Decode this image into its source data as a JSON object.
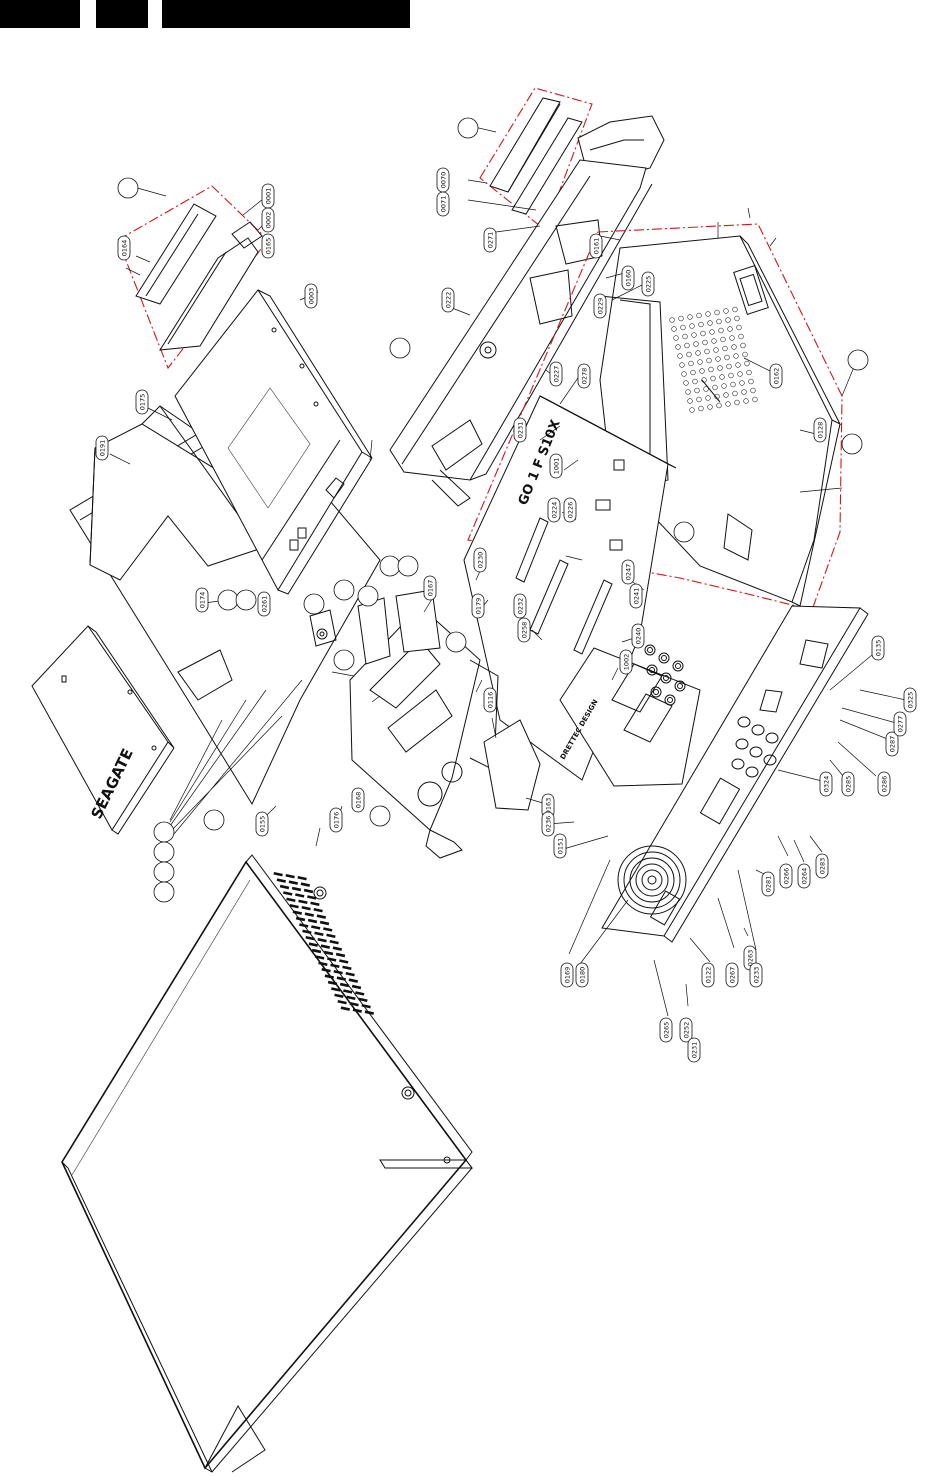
{
  "header": {
    "block_colors": [
      "#000000",
      "#000000",
      "#000000"
    ]
  },
  "colors": {
    "line": "#111111",
    "subassembly_outline": "#d01818",
    "background": "#ffffff"
  },
  "diagram": {
    "hdd_label": "SEAGATE",
    "board_label_upper": "GO 1 F S10X",
    "board_label_lower": "DRETTEC DESIGN",
    "callouts": [
      {
        "id": "c-0003",
        "label": "0003"
      },
      {
        "id": "c-0001",
        "label": "0001"
      },
      {
        "id": "c-0002",
        "label": "0002"
      },
      {
        "id": "c-0164",
        "label": "0164"
      },
      {
        "id": "c-0165",
        "label": "0165"
      },
      {
        "id": "c-0070",
        "label": "0070"
      },
      {
        "id": "c-0071",
        "label": "0071"
      },
      {
        "id": "c-0271",
        "label": "0271"
      },
      {
        "id": "c-0222",
        "label": "0222"
      },
      {
        "id": "c-0175",
        "label": "0175"
      },
      {
        "id": "c-0191",
        "label": "0191"
      },
      {
        "id": "c-0161",
        "label": "0161"
      },
      {
        "id": "c-0160",
        "label": "0160"
      },
      {
        "id": "c-0225",
        "label": "0225"
      },
      {
        "id": "c-0162",
        "label": "0162"
      },
      {
        "id": "c-0128",
        "label": "0128"
      },
      {
        "id": "c-0229",
        "label": "0229"
      },
      {
        "id": "c-0278",
        "label": "0278"
      },
      {
        "id": "c-0227",
        "label": "0227"
      },
      {
        "id": "c-0231",
        "label": "0231"
      },
      {
        "id": "c-1001a",
        "label": "1001"
      },
      {
        "id": "c-0224",
        "label": "0224"
      },
      {
        "id": "c-0226",
        "label": "0226"
      },
      {
        "id": "c-0230",
        "label": "0230"
      },
      {
        "id": "c-0247",
        "label": "0247"
      },
      {
        "id": "c-0241",
        "label": "0241"
      },
      {
        "id": "c-0240",
        "label": "0240"
      },
      {
        "id": "c-1002",
        "label": "1002"
      },
      {
        "id": "c-0232",
        "label": "0232"
      },
      {
        "id": "c-0258",
        "label": "0258"
      },
      {
        "id": "c-0167",
        "label": "0167"
      },
      {
        "id": "c-0179",
        "label": "0179"
      },
      {
        "id": "c-0116",
        "label": "0116"
      },
      {
        "id": "c-0174",
        "label": "0174"
      },
      {
        "id": "c-0155",
        "label": "0155"
      },
      {
        "id": "c-0168",
        "label": "0168"
      },
      {
        "id": "c-0176",
        "label": "0176"
      },
      {
        "id": "c-0261",
        "label": "0261"
      },
      {
        "id": "c-0163",
        "label": "0163"
      },
      {
        "id": "c-0236",
        "label": "0236"
      },
      {
        "id": "c-0151",
        "label": "0151"
      },
      {
        "id": "c-0169",
        "label": "0169"
      },
      {
        "id": "c-0180",
        "label": "0180"
      },
      {
        "id": "c-0265",
        "label": "0265"
      },
      {
        "id": "c-0252",
        "label": "0252"
      },
      {
        "id": "c-0231b",
        "label": "0231"
      },
      {
        "id": "c-0122",
        "label": "0122"
      },
      {
        "id": "c-0267",
        "label": "0267"
      },
      {
        "id": "c-0263",
        "label": "0263"
      },
      {
        "id": "c-0233",
        "label": "0233"
      },
      {
        "id": "c-0281",
        "label": "0281"
      },
      {
        "id": "c-0266",
        "label": "0266"
      },
      {
        "id": "c-0264",
        "label": "0264"
      },
      {
        "id": "c-0283",
        "label": "0283"
      },
      {
        "id": "c-0324",
        "label": "0324"
      },
      {
        "id": "c-0285",
        "label": "0285"
      },
      {
        "id": "c-0286",
        "label": "0286"
      },
      {
        "id": "c-0287",
        "label": "0287"
      },
      {
        "id": "c-0277",
        "label": "0277"
      },
      {
        "id": "c-0325",
        "label": "0325"
      },
      {
        "id": "c-0135",
        "label": "0135"
      }
    ]
  }
}
